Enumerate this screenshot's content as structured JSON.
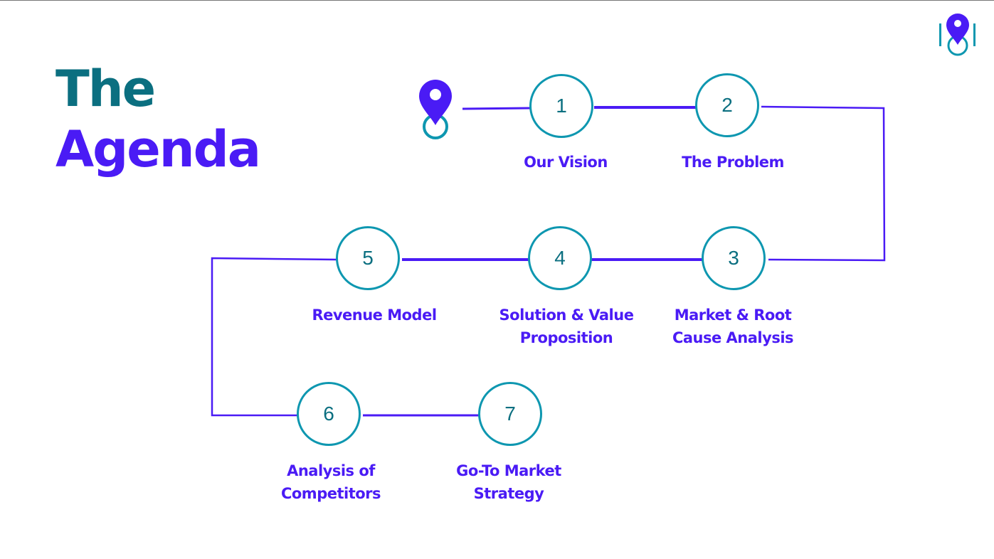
{
  "slide": {
    "title_line1": "The",
    "title_line2": "Agenda",
    "colors": {
      "accent": "#4a1bf5",
      "teal": "#0e97b0",
      "title_teal": "#0b6f80"
    },
    "icons": {
      "start": "map-pin-icon",
      "logo": "map-pin-logo-icon"
    },
    "steps": [
      {
        "number": "1",
        "label": "Our Vision"
      },
      {
        "number": "2",
        "label": "The Problem"
      },
      {
        "number": "3",
        "label": "Market & Root Cause Analysis"
      },
      {
        "number": "4",
        "label": "Solution & Value Proposition"
      },
      {
        "number": "5",
        "label": "Revenue Model"
      },
      {
        "number": "6",
        "label": "Analysis of Competitors"
      },
      {
        "number": "7",
        "label": "Go-To Market Strategy"
      }
    ]
  }
}
